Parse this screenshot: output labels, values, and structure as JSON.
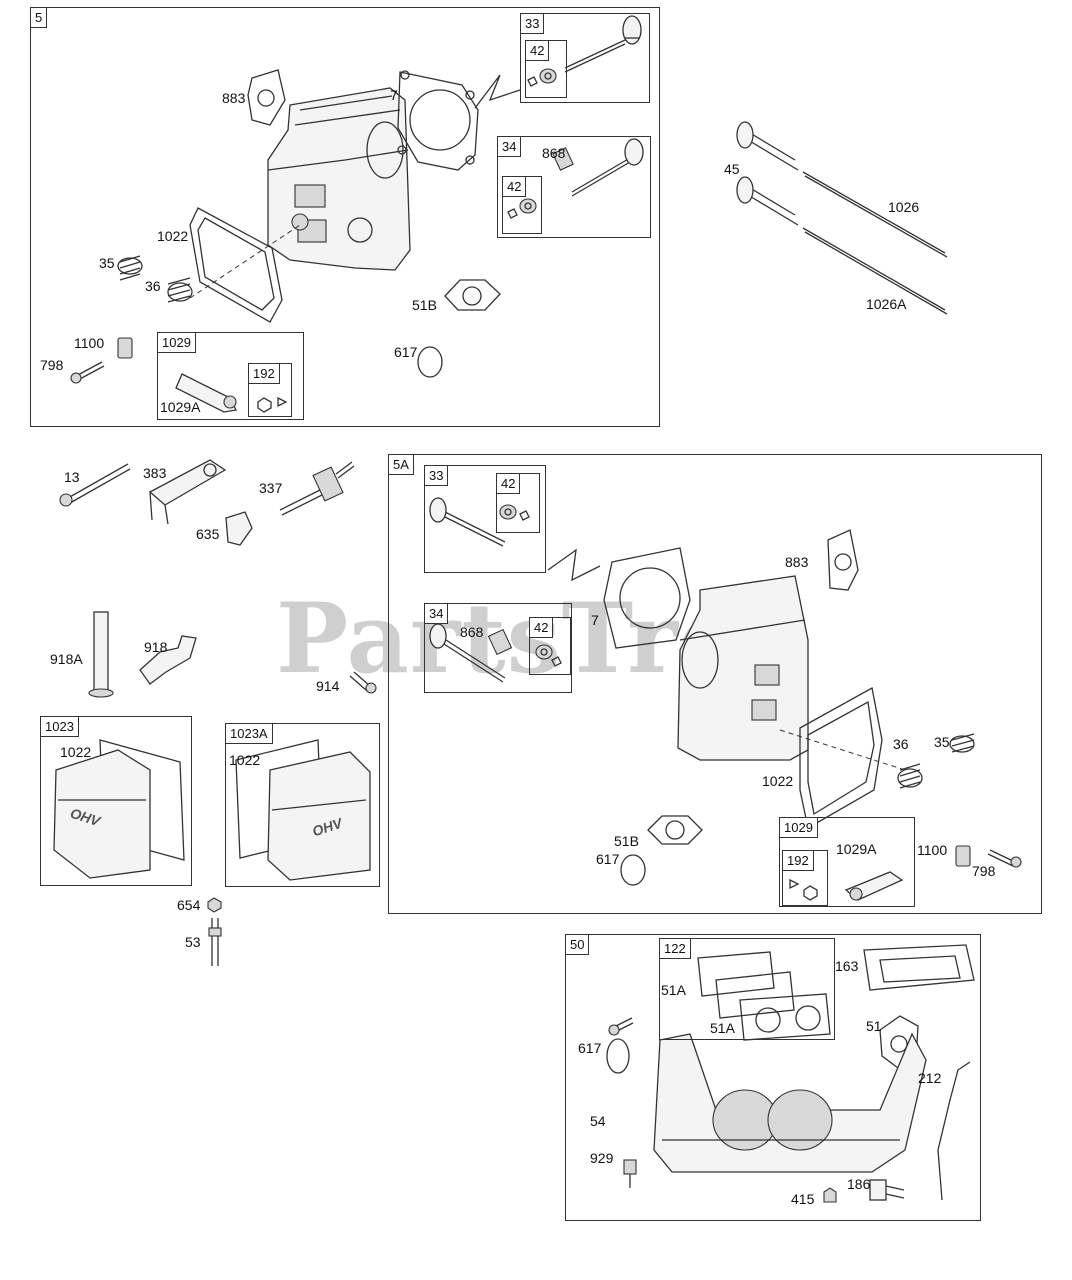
{
  "watermark": "PartsTree",
  "groups": {
    "g5": "5",
    "g33a": "33",
    "g42a": "42",
    "g34a": "34",
    "g42b": "42",
    "g1029a": "1029",
    "g192a": "192",
    "g5A": "5A",
    "g33b": "33",
    "g42c": "42",
    "g34b": "34",
    "g42d": "42",
    "g1029b": "1029",
    "g192b": "192",
    "g1023": "1023",
    "g1023A": "1023A",
    "g50": "50",
    "g122": "122"
  },
  "labels": {
    "l883a": "883",
    "l7a": "7",
    "l868a": "868",
    "l1022a": "1022",
    "l35a": "35",
    "l36a": "36",
    "l51Ba": "51B",
    "l1100a": "1100",
    "l798a": "798",
    "l1029Aa": "1029A",
    "l617a": "617",
    "l45": "45",
    "l1026": "1026",
    "l1026A": "1026A",
    "l13": "13",
    "l383": "383",
    "l337": "337",
    "l635": "635",
    "l918A": "918A",
    "l918": "918",
    "l914": "914",
    "l1022c": "1022",
    "l1022d": "1022",
    "l654": "654",
    "l53": "53",
    "l883b": "883",
    "l7b": "7",
    "l868b": "868",
    "l36b": "36",
    "l35b": "35",
    "l1022b": "1022",
    "l51Bb": "51B",
    "l617b": "617",
    "l1029Ab": "1029A",
    "l1100b": "1100",
    "l798b": "798",
    "l163": "163",
    "l51Aa": "51A",
    "l51Ab": "51A",
    "l51": "51",
    "l617c": "617",
    "l212": "212",
    "l54": "54",
    "l929": "929",
    "l186": "186",
    "l415": "415"
  },
  "cover_text": "OHV"
}
